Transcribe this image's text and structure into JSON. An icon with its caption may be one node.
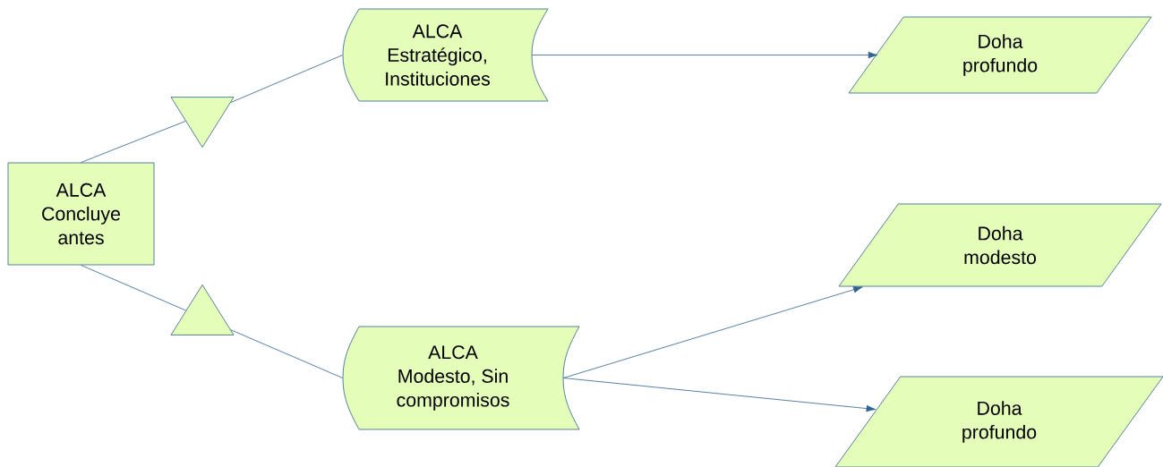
{
  "diagram": {
    "nodes": [
      {
        "text": [
          "ALCA Concluye antes"
        ]
      },
      {
        "text": [],
        "shape": "triangle"
      },
      {
        "text": [
          "ALCA Estratégico, Instituciones"
        ]
      },
      {
        "text": [
          "Doha profundo"
        ]
      },
      {
        "text": [],
        "shape": "triangle"
      },
      {
        "text": [
          "ALCA Modesto, Sin compromisos"
        ]
      },
      {
        "text": [
          "Doha modesto"
        ]
      },
      {
        "text": [
          "Doha profundo"
        ]
      }
    ],
    "edges": [
      {
        "from": 0,
        "to": 1,
        "arrow": "none"
      },
      {
        "from": 1,
        "to": 2,
        "arrow": "none"
      },
      {
        "from": 2,
        "to": 3,
        "arrow": "to"
      },
      {
        "from": 0,
        "to": 4,
        "arrow": "none"
      },
      {
        "from": 4,
        "to": 5,
        "arrow": "none"
      },
      {
        "from": 5,
        "to": 6,
        "arrow": "to"
      },
      {
        "from": 5,
        "to": 7,
        "arrow": "to"
      }
    ]
  }
}
